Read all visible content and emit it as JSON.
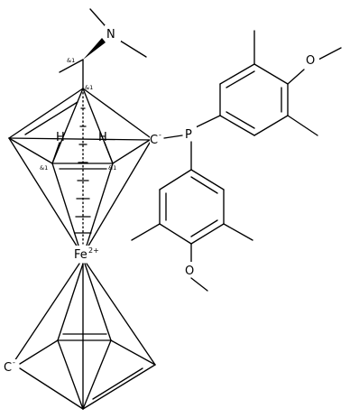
{
  "molecule": {
    "atoms": {
      "N": "N",
      "O_top": "O",
      "O_bottom": "O",
      "P": "P",
      "Fe": "Fe",
      "Fe_charge": "2+",
      "C_anion_upper": "C",
      "C_anion_upper_charge": "-",
      "C_anion_lower": "C",
      "C_anion_lower_charge": "-",
      "H_left": "H",
      "H_right": "H"
    },
    "stereo_labels": {
      "side_chain": "&1",
      "ring_top": "&1",
      "ring_left": "&1",
      "ring_right": "&1"
    }
  }
}
